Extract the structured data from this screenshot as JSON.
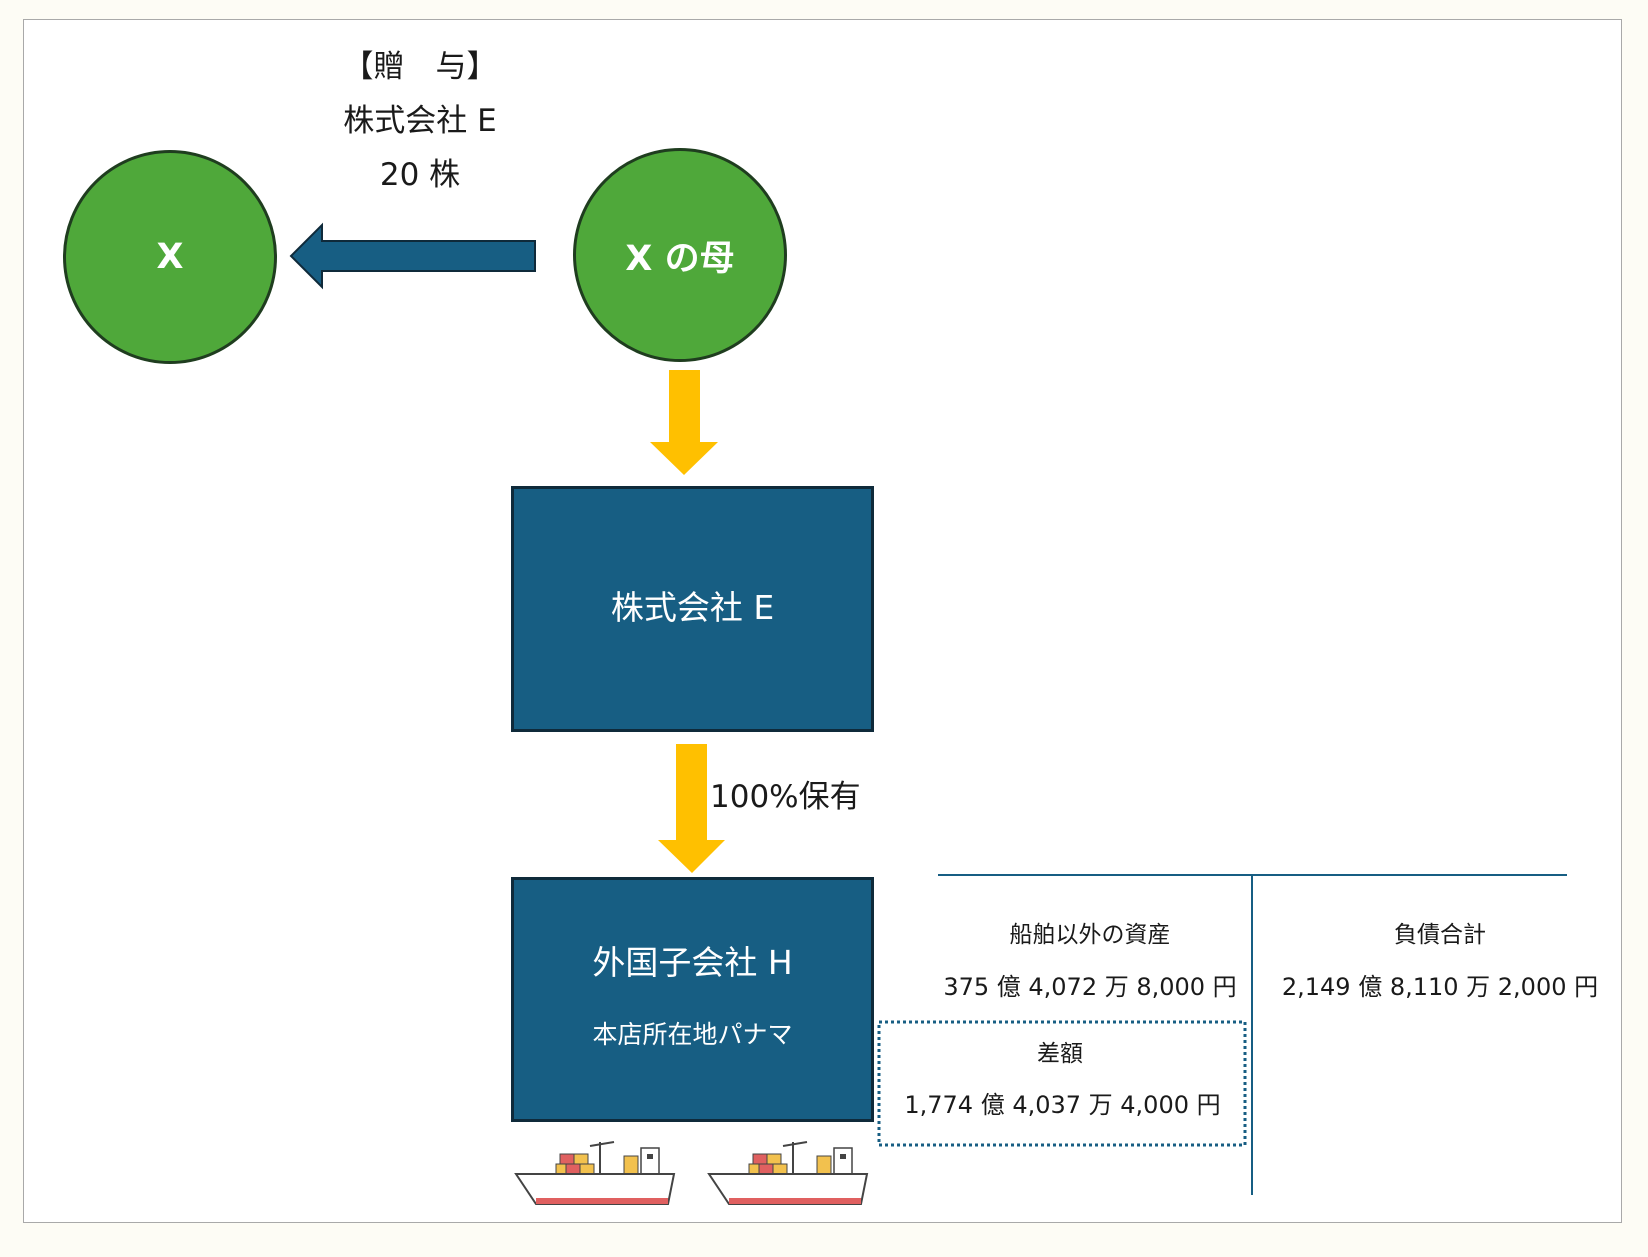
{
  "gift_label": {
    "line1": "【贈　与】",
    "line2": "株式会社 E",
    "line3": "20 株"
  },
  "nodes": {
    "x": "X",
    "x_mother": "X の母",
    "company_e": "株式会社 E",
    "subsidiary_h": "外国子会社 H",
    "subsidiary_h_location": "本店所在地パナマ"
  },
  "ownership_label": "100%保有",
  "balance_sheet": {
    "assets_label": "船舶以外の資産",
    "assets_value": "375 億 4,072 万 8,000 円",
    "difference_label": "差額",
    "difference_value": "1,774 億 4,037 万 4,000 円",
    "liabilities_label": "負債合計",
    "liabilities_value": "2,149 億 8,110 万 2,000 円"
  },
  "colors": {
    "circle_fill": "#4fa83a",
    "box_fill": "#175e83",
    "gift_arrow": "#175e83",
    "flow_arrow": "#ffc000",
    "bs_line": "#175e83"
  },
  "icons": [
    "cargo-ship-icon",
    "cargo-ship-icon"
  ]
}
